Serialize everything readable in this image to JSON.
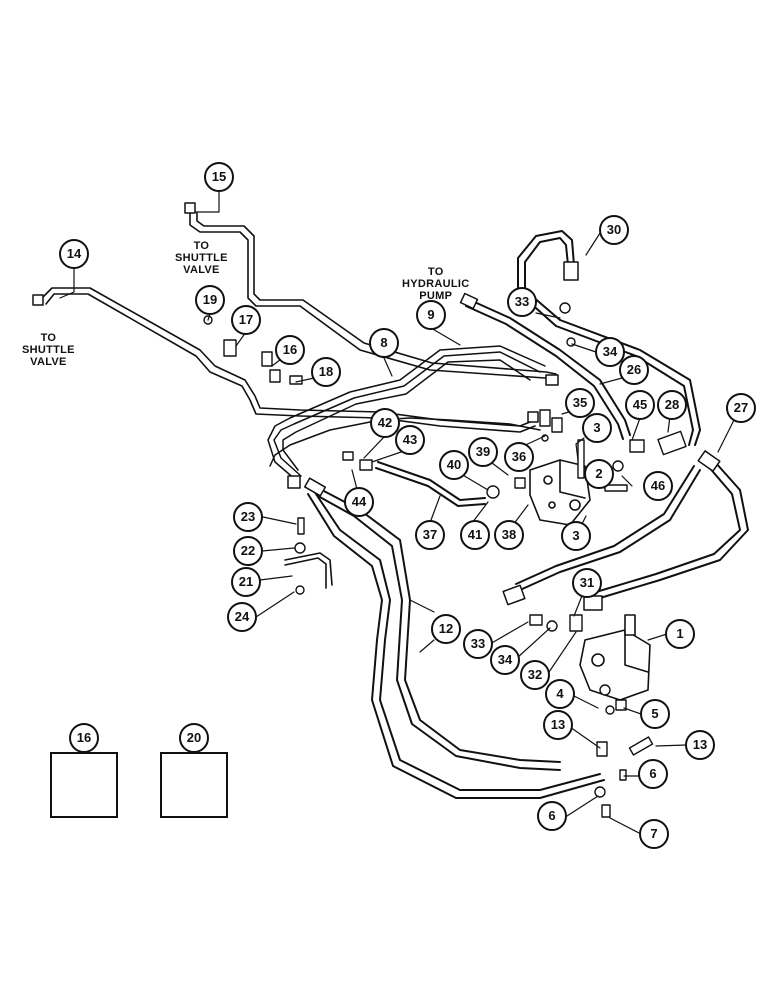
{
  "labels": {
    "shuttle_valve_top": "TO\nSHUTTLE\nVALVE",
    "shuttle_valve_left": "TO\nSHUTTLE\nVALVE",
    "hydraulic_pump": "TO\nHYDRAULIC\nPUMP"
  },
  "callouts": [
    "15",
    "14",
    "30",
    "9",
    "8",
    "19",
    "17",
    "16",
    "18",
    "33",
    "34",
    "26",
    "35",
    "45",
    "28",
    "27",
    "42",
    "43",
    "36",
    "3",
    "39",
    "40",
    "2",
    "46",
    "44",
    "37",
    "41",
    "38",
    "3",
    "23",
    "22",
    "21",
    "24",
    "31",
    "12",
    "33",
    "34",
    "32",
    "1",
    "4",
    "5",
    "13",
    "13",
    "6",
    "6",
    "7",
    "16",
    "20"
  ],
  "insets": [
    {
      "number": "16"
    },
    {
      "number": "20"
    }
  ]
}
